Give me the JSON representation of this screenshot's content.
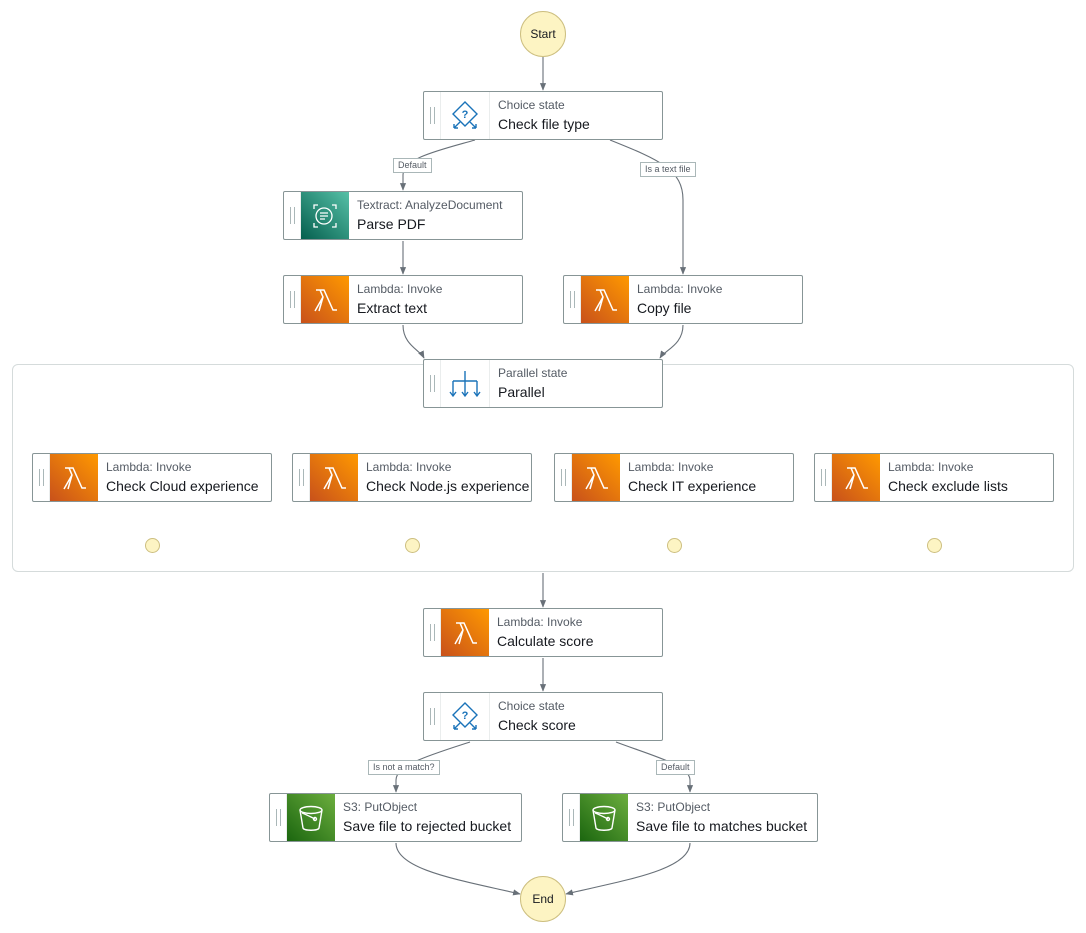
{
  "colors": {
    "lambda_accent": "#ff9900",
    "textract_accent": "#56c0a7",
    "s3_accent": "#6cae3e",
    "terminal_fill": "#fdf4c3",
    "edge": "#687078"
  },
  "start": {
    "label": "Start"
  },
  "end": {
    "label": "End"
  },
  "nodes": {
    "check_file_type": {
      "type": "Choice state",
      "name": "Check file type",
      "icon": "choice-icon"
    },
    "parse_pdf": {
      "type": "Textract: AnalyzeDocument",
      "name": "Parse PDF",
      "icon": "textract-icon"
    },
    "extract_text": {
      "type": "Lambda: Invoke",
      "name": "Extract text",
      "icon": "lambda-icon"
    },
    "copy_file": {
      "type": "Lambda: Invoke",
      "name": "Copy file",
      "icon": "lambda-icon"
    },
    "parallel": {
      "type": "Parallel state",
      "name": "Parallel",
      "icon": "parallel-icon"
    },
    "check_cloud": {
      "type": "Lambda: Invoke",
      "name": "Check Cloud experience",
      "icon": "lambda-icon"
    },
    "check_node": {
      "type": "Lambda: Invoke",
      "name": "Check Node.js experience",
      "icon": "lambda-icon"
    },
    "check_it": {
      "type": "Lambda: Invoke",
      "name": "Check IT experience",
      "icon": "lambda-icon"
    },
    "check_exclude": {
      "type": "Lambda: Invoke",
      "name": "Check exclude lists",
      "icon": "lambda-icon"
    },
    "calculate_score": {
      "type": "Lambda: Invoke",
      "name": "Calculate score",
      "icon": "lambda-icon"
    },
    "check_score": {
      "type": "Choice state",
      "name": "Check score",
      "icon": "choice-icon"
    },
    "save_rejected": {
      "type": "S3: PutObject",
      "name": "Save file to rejected bucket",
      "icon": "s3-bucket-icon"
    },
    "save_matches": {
      "type": "S3: PutObject",
      "name": "Save file to matches bucket",
      "icon": "s3-bucket-icon"
    }
  },
  "edge_labels": {
    "file_default": "Default",
    "file_text": "Is a text file",
    "score_not_match": "Is not a match?",
    "score_default": "Default"
  }
}
